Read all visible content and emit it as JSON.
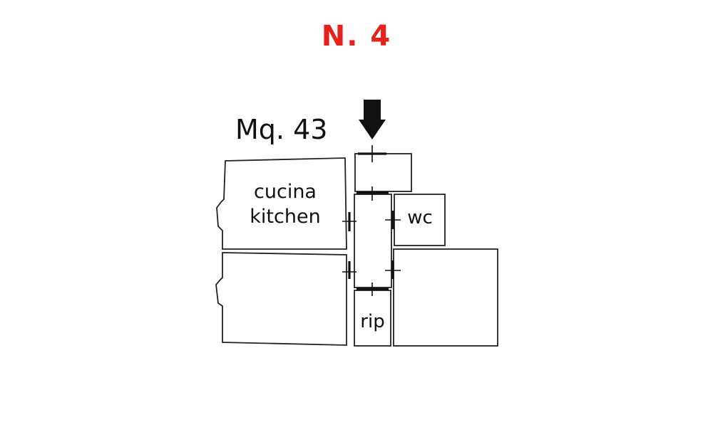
{
  "header": {
    "title": "N. 4",
    "title_color": "#e8201c"
  },
  "plan": {
    "area_label": "Mq. 43",
    "rooms": {
      "kitchen": {
        "line1": "cucina",
        "line2": "kitchen"
      },
      "wc": {
        "label": "wc"
      },
      "closet": {
        "label": "rip"
      }
    },
    "entrance_icon": "down-arrow-icon",
    "stroke_color": "#222222"
  }
}
